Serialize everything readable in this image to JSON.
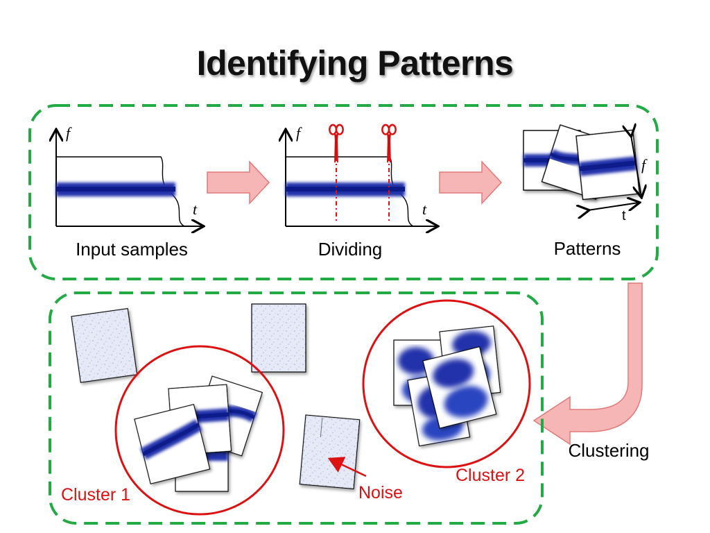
{
  "title": "Identifying Patterns",
  "stages": {
    "input_samples_label": "Input samples",
    "dividing_label": "Dividing",
    "patterns_label": "Patterns",
    "clustering_label": "Clustering"
  },
  "axes": {
    "f": "f",
    "t": "t"
  },
  "clusters": {
    "cluster1_label": "Cluster 1",
    "cluster2_label": "Cluster 2",
    "noise_label": "Noise"
  },
  "colors": {
    "dashed_box": "#22aa44",
    "cluster_circle": "#dd1111",
    "signal_band": "#2233aa",
    "arrow_fill": "#f7b6b6",
    "arrow_stroke": "#e27878",
    "scissors": "#dd1111",
    "label_red": "#dd1111"
  },
  "icons": [
    "scissors-icon",
    "right-arrow-icon",
    "curved-arrow-icon"
  ]
}
